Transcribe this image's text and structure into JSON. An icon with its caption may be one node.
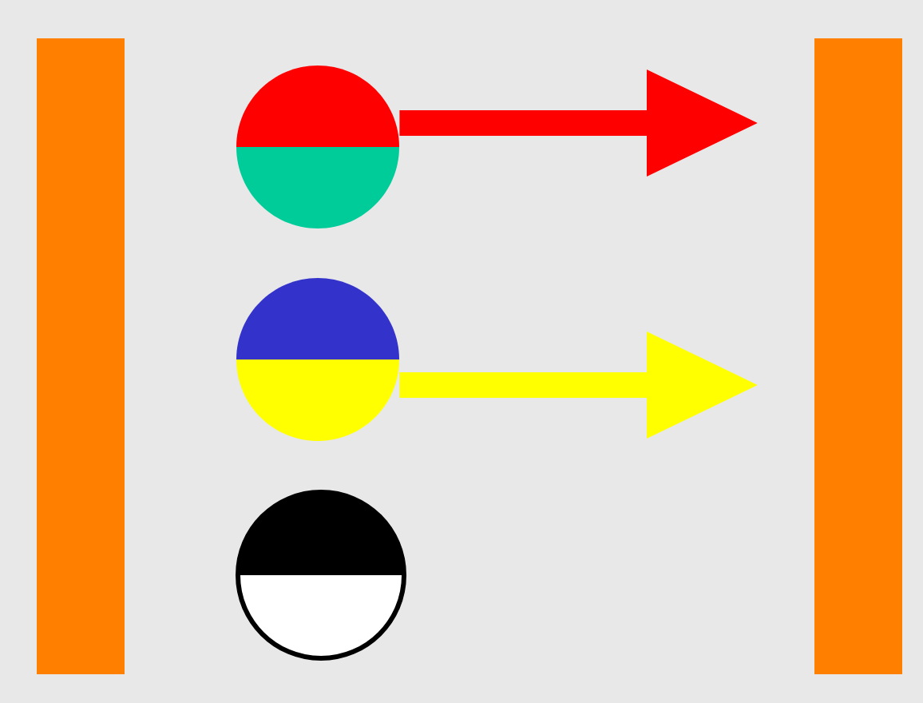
{
  "diagram": {
    "nodes": [
      {
        "text": [],
        "shape": "bar"
      },
      {
        "text": [],
        "shape": "circle"
      },
      {
        "text": [],
        "shape": "circle"
      },
      {
        "text": [],
        "shape": "circle"
      },
      {
        "text": [],
        "shape": "bar"
      }
    ],
    "edges": [
      {
        "from": 1,
        "to": null,
        "arrow": "to",
        "color": "#ff0000"
      },
      {
        "from": 2,
        "to": null,
        "arrow": "to",
        "color": "#ffff00"
      }
    ]
  }
}
